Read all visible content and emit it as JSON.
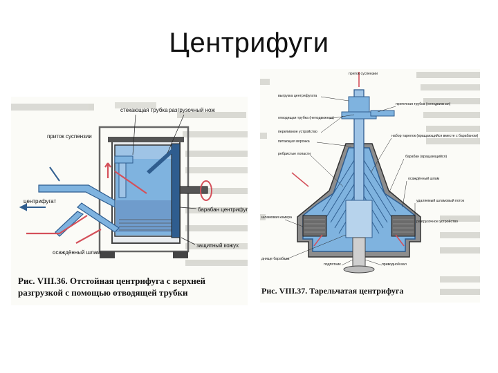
{
  "title": "Центрифуги",
  "figures": {
    "left": {
      "caption": "Рис. VIII.36. Отстойная центрифуга с верхней разгрузкой с помощью отводящей трубки",
      "labels": {
        "feed": "приток суспензии",
        "drain_pipe": "стекающая трубка",
        "unload_knife": "разгрузочный нож",
        "centrate": "центрифугат",
        "drum": "барабан центрифуги",
        "casing": "защитный кожух",
        "sludge": "осаждённый шлам"
      }
    },
    "right": {
      "caption": "Рис. VIII.37. Тарельчатая центрифуга",
      "labels": {
        "feed": "приток суспензии",
        "centrate_out": "выгрузка центрифугата",
        "outlet_tube": "отводящая трубка (неподвижная)",
        "inlet_tube": "приточная трубка (неподвижная)",
        "dividing_device": "переливное устройство",
        "feed_funnel": "питающая воронка",
        "disc_stack": "набор тарелок (вращающийся вместе с барабаном)",
        "rib_blades": "ребристые лопасти",
        "drum": "барабан (вращающийся)",
        "sludge": "осаждённый шлам",
        "sludge_outlet": "удаляемый шламовый поток",
        "sludge_chamber": "шламовая камера",
        "discharge_device": "разгрузочное устройство",
        "drum_base": "днище барабана",
        "rotor_base": "подпятник",
        "drive_shaft": "приводной вал"
      }
    }
  },
  "colors": {
    "liquid": "#7fb3df",
    "liquid_dark": "#4d86c4",
    "sludge": "#8a8a8a",
    "metal": "#555555",
    "arrow_red": "#d4505a"
  }
}
